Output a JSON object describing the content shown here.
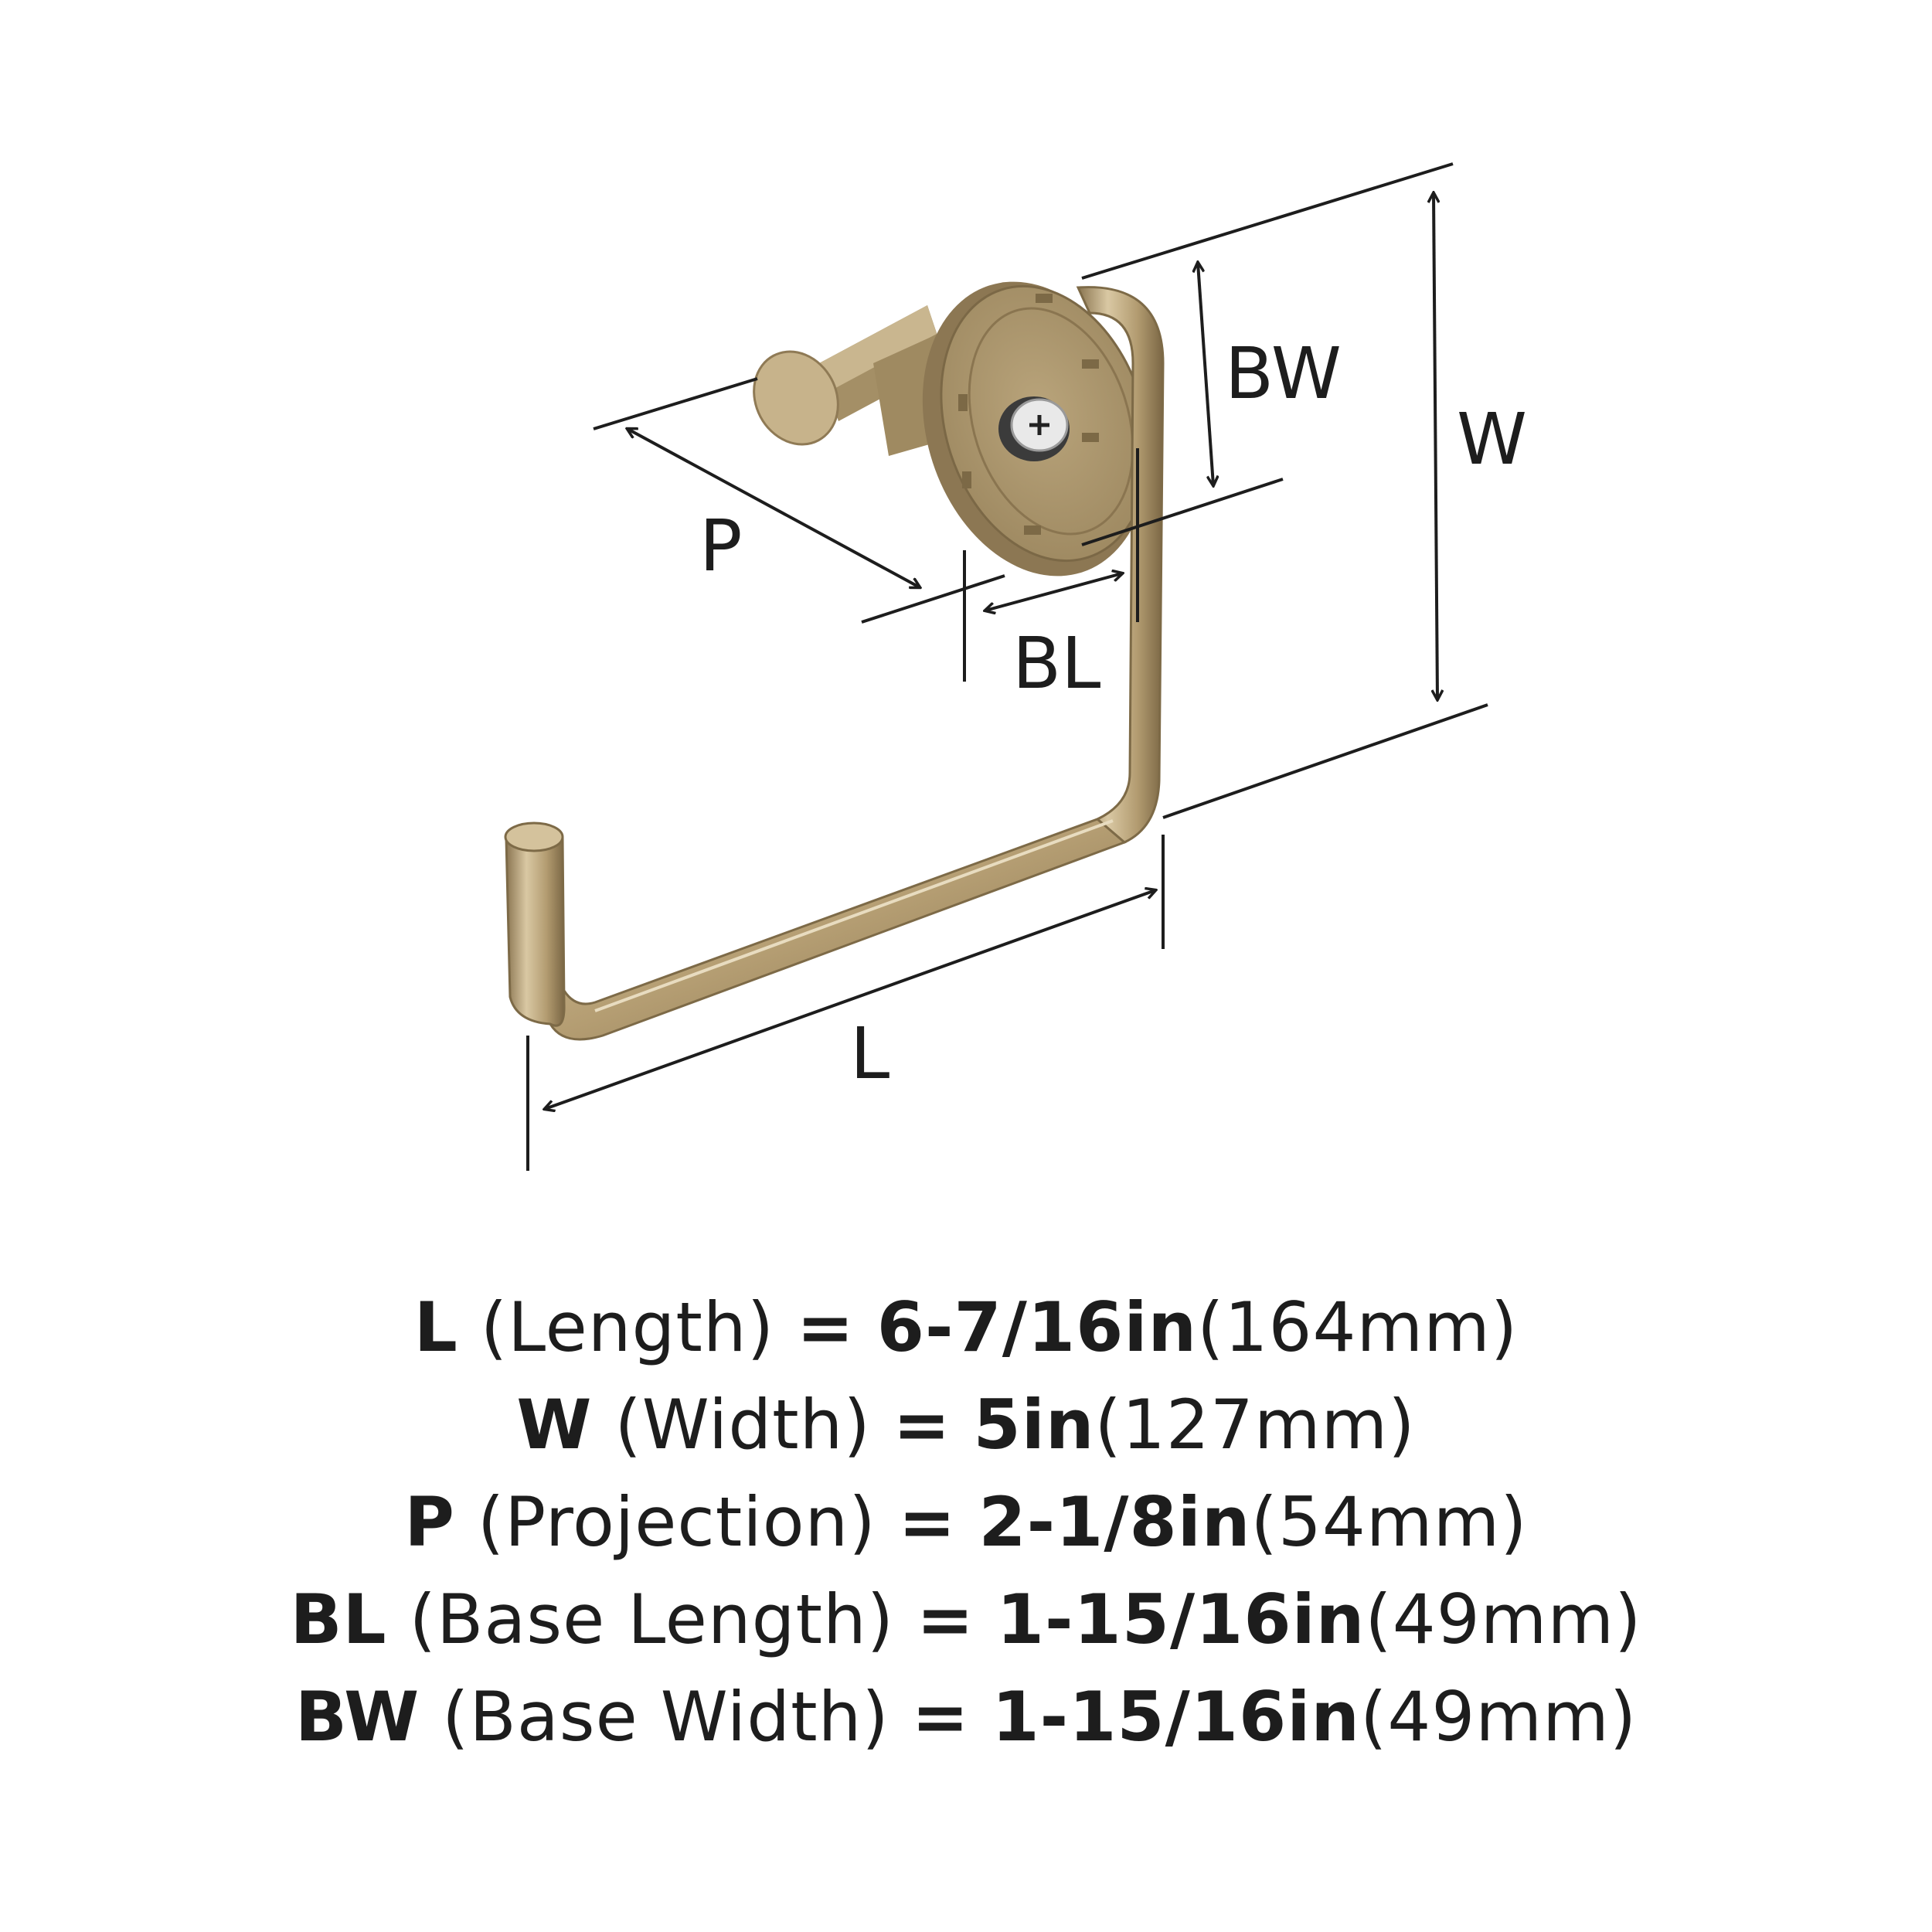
{
  "labels": {
    "length": "L",
    "width": "W",
    "projection": "P",
    "base_length": "BL",
    "base_width": "BW"
  },
  "specs": [
    {
      "code": "L",
      "name": "(Length)",
      "eq": "=",
      "imperial": "6-7/16in",
      "metric": "(164mm)"
    },
    {
      "code": "W",
      "name": "(Width)",
      "eq": "=",
      "imperial": "5in",
      "metric": "(127mm)"
    },
    {
      "code": "P",
      "name": "(Projection)",
      "eq": "=",
      "imperial": "2-1/8in",
      "metric": "(54mm)"
    },
    {
      "code": "BL",
      "name": "(Base Length)",
      "eq": "=",
      "imperial": "1-15/16in",
      "metric": "(49mm)"
    },
    {
      "code": "BW",
      "name": "(Base Width)",
      "eq": "=",
      "imperial": "1-15/16in",
      "metric": "(49mm)"
    }
  ],
  "colors": {
    "brass": "#b49d72",
    "brass_light": "#d6c39b",
    "brass_dark": "#7f6b48",
    "line": "#1d1d1d"
  }
}
